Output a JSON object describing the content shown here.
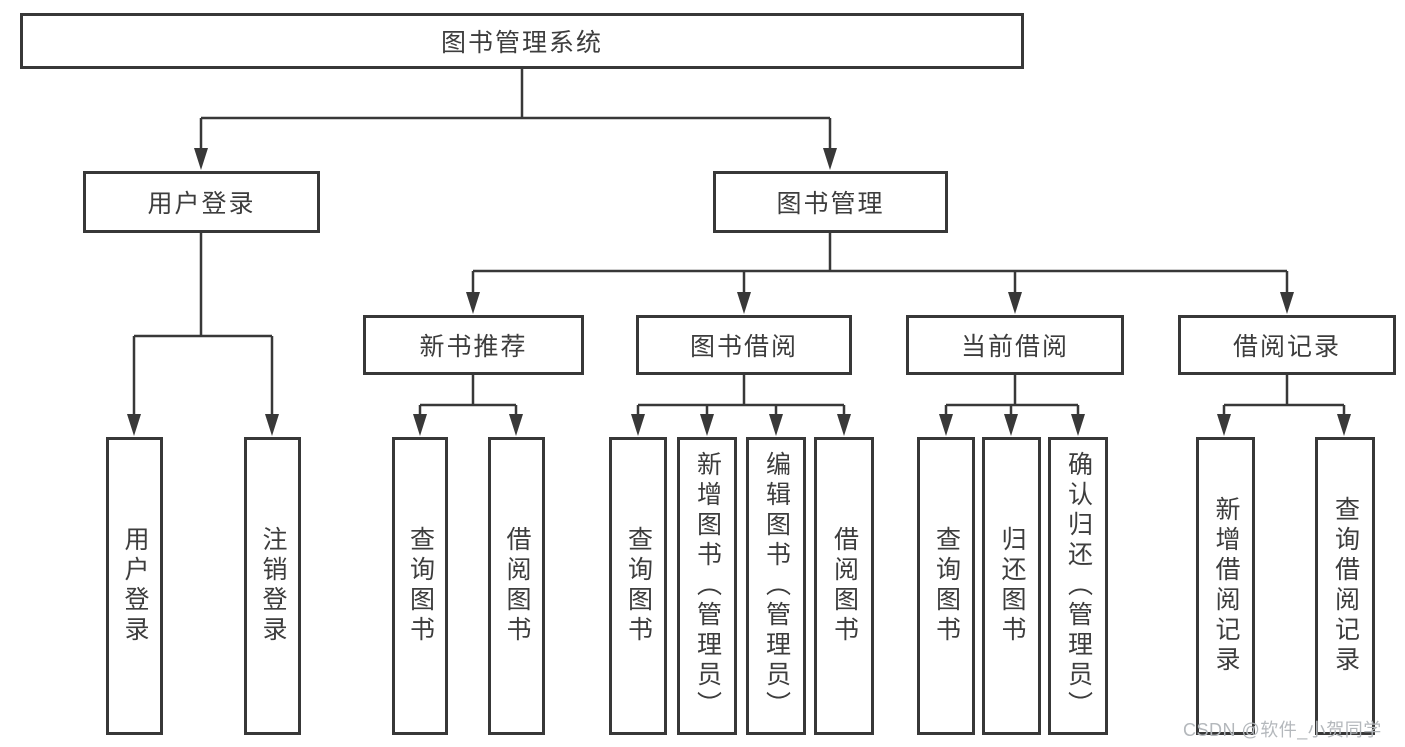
{
  "diagram": {
    "root": {
      "label": "图书管理系统"
    },
    "branches": [
      {
        "label": "用户登录",
        "children": [
          {
            "label": "用户登录"
          },
          {
            "label": "注销登录"
          }
        ]
      },
      {
        "label": "图书管理",
        "children": [
          {
            "label": "新书推荐",
            "children": [
              {
                "label": "查询图书"
              },
              {
                "label": "借阅图书"
              }
            ]
          },
          {
            "label": "图书借阅",
            "children": [
              {
                "label": "查询图书"
              },
              {
                "label": "新增图书（管理员）"
              },
              {
                "label": "编辑图书（管理员）"
              },
              {
                "label": "借阅图书"
              }
            ]
          },
          {
            "label": "当前借阅",
            "children": [
              {
                "label": "查询图书"
              },
              {
                "label": "归还图书"
              },
              {
                "label": "确认归还（管理员）"
              }
            ]
          },
          {
            "label": "借阅记录",
            "children": [
              {
                "label": "新增借阅记录"
              },
              {
                "label": "查询借阅记录"
              }
            ]
          }
        ]
      }
    ]
  },
  "watermark": {
    "text": "CSDN @软件_小贺同学"
  },
  "colors": {
    "line": "#383838",
    "text": "#3d3d3d",
    "background": "#ffffff",
    "watermark": "#b4b8bc"
  }
}
